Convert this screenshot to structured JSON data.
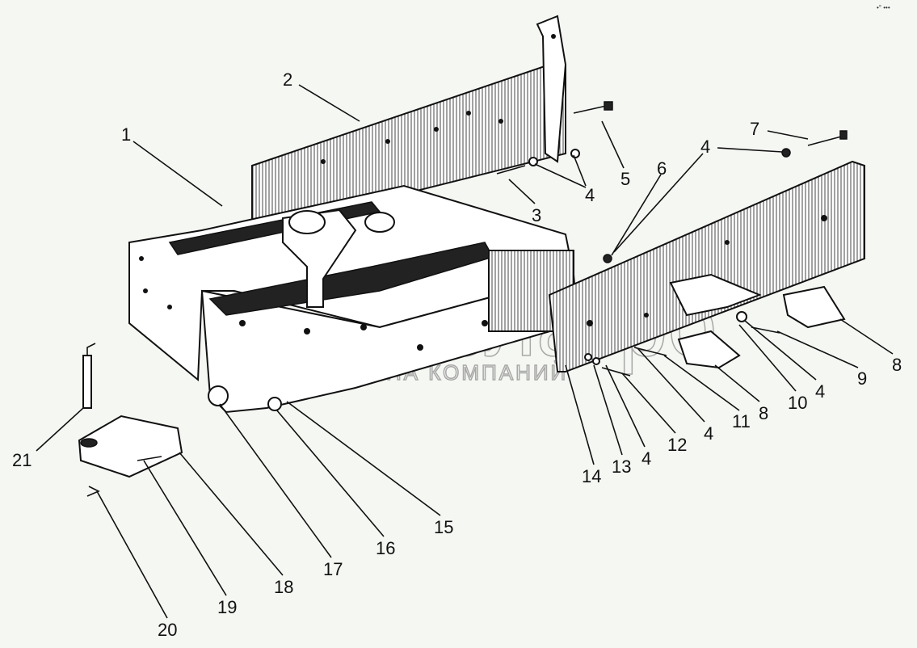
{
  "diagram": {
    "watermark": {
      "brand": "Белагро",
      "subtitle": "ГРУППА КОМПАНИЙ"
    },
    "corner_mark": "•° •••",
    "callouts": [
      {
        "id": "c1",
        "label": "1"
      },
      {
        "id": "c2",
        "label": "2"
      },
      {
        "id": "c3",
        "label": "3"
      },
      {
        "id": "c4a",
        "label": "4"
      },
      {
        "id": "c5",
        "label": "5"
      },
      {
        "id": "c6",
        "label": "6"
      },
      {
        "id": "c7",
        "label": "7"
      },
      {
        "id": "c4b",
        "label": "4"
      },
      {
        "id": "c8a",
        "label": "8"
      },
      {
        "id": "c9",
        "label": "9"
      },
      {
        "id": "c4c",
        "label": "4"
      },
      {
        "id": "c10",
        "label": "10"
      },
      {
        "id": "c8b",
        "label": "8"
      },
      {
        "id": "c11",
        "label": "11"
      },
      {
        "id": "c4d",
        "label": "4"
      },
      {
        "id": "c12",
        "label": "12"
      },
      {
        "id": "c4e",
        "label": "4"
      },
      {
        "id": "c13",
        "label": "13"
      },
      {
        "id": "c14",
        "label": "14"
      },
      {
        "id": "c15",
        "label": "15"
      },
      {
        "id": "c16",
        "label": "16"
      },
      {
        "id": "c17",
        "label": "17"
      },
      {
        "id": "c18",
        "label": "18"
      },
      {
        "id": "c19",
        "label": "19"
      },
      {
        "id": "c20",
        "label": "20"
      },
      {
        "id": "c21",
        "label": "21"
      }
    ]
  }
}
